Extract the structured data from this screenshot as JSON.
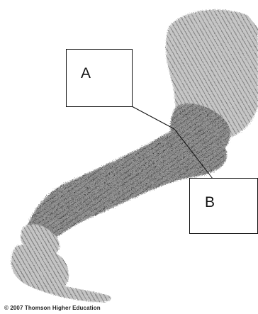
{
  "labels": {
    "a": "A",
    "b": "B"
  },
  "credit": "© 2007 Thomson Higher Education",
  "colors": {
    "ink": "#111111",
    "fur_dark": "#3a3a3a",
    "fur_mid": "#7a7a7a",
    "fur_light": "#b5b5b5"
  }
}
